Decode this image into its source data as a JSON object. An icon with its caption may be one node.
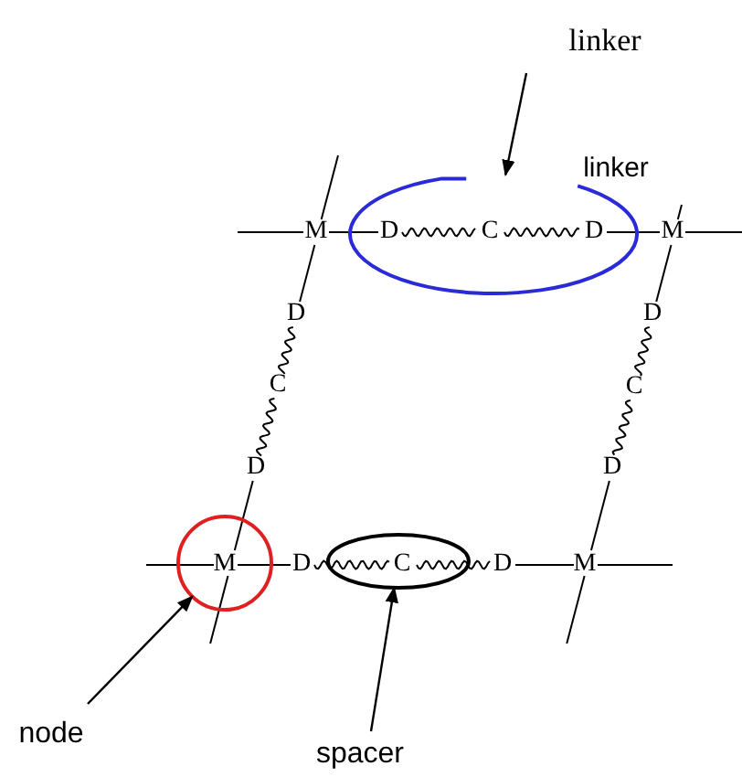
{
  "diagram": {
    "nodes": [
      {
        "text": [
          "linker"
        ]
      },
      {
        "text": [],
        "shape": "ellipse"
      },
      {
        "text": [],
        "shape": "circle"
      },
      {
        "text": [
          "node"
        ]
      },
      {
        "text": [],
        "shape": "ellipse"
      },
      {
        "text": [
          "spacer"
        ]
      }
    ],
    "edges": [
      {
        "from": 0,
        "to": 1,
        "arrow": "to"
      },
      {
        "from": 3,
        "to": 2,
        "arrow": "to"
      },
      {
        "from": 5,
        "to": 4,
        "arrow": "to"
      }
    ],
    "labels": [
      "linker",
      "M",
      "D",
      "C",
      "D",
      "M",
      "D",
      "D",
      "C",
      "C",
      "D",
      "D",
      "M",
      "D",
      "C",
      "D",
      "M"
    ]
  }
}
